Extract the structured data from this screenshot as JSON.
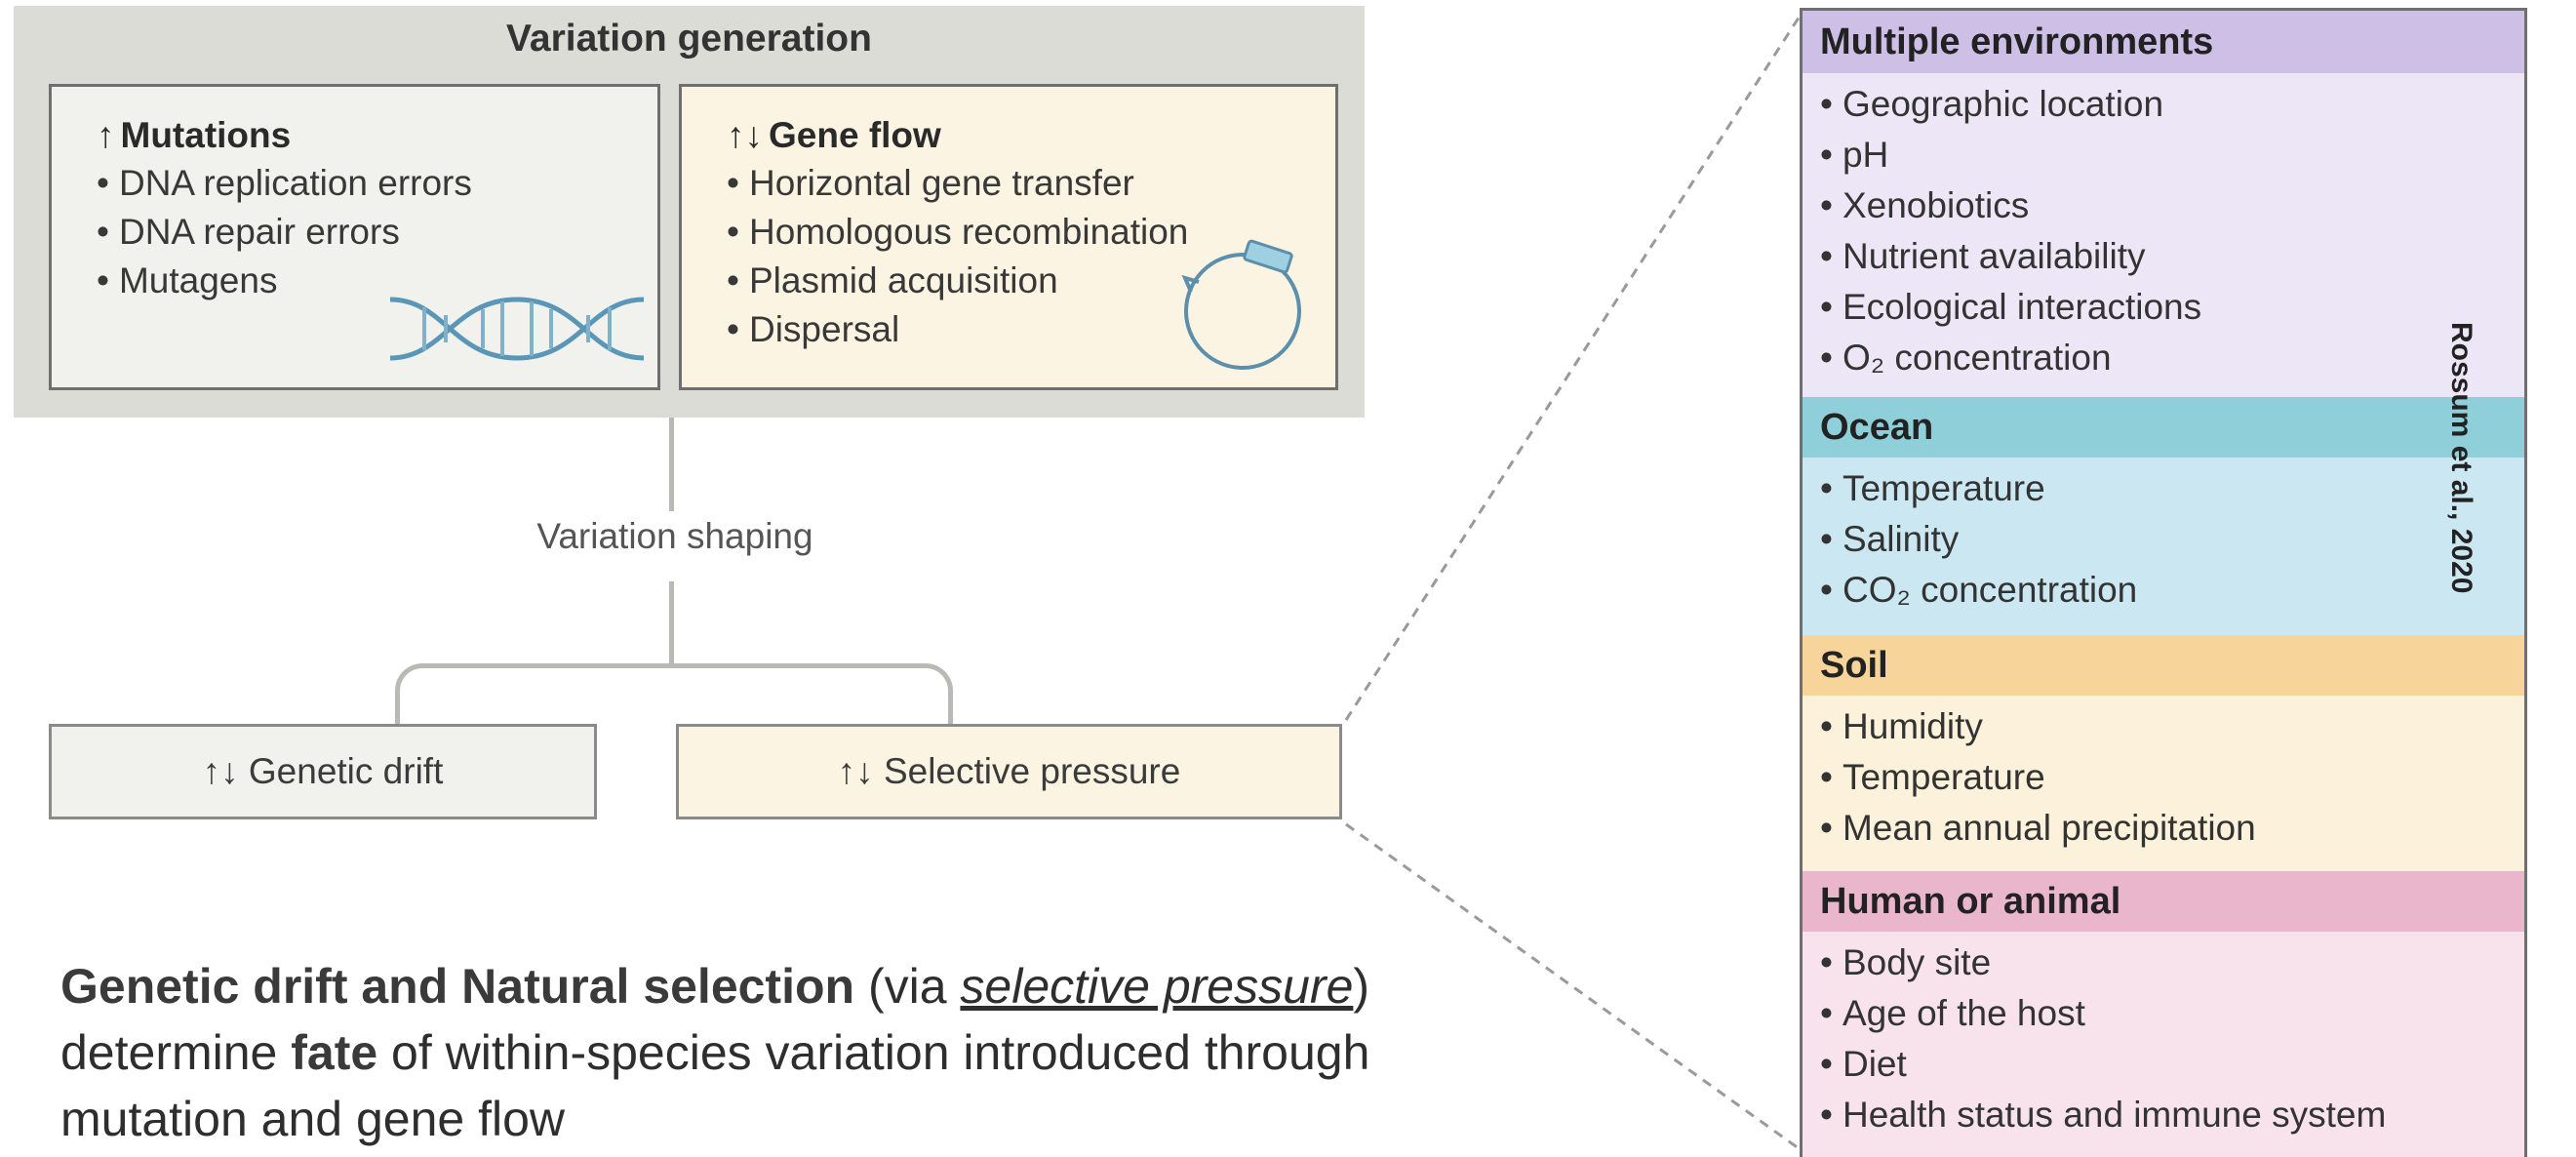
{
  "variation_generation": {
    "title": "Variation generation",
    "mutations": {
      "arrow": "↑",
      "heading": "Mutations",
      "items": [
        "DNA replication errors",
        "DNA repair errors",
        "Mutagens"
      ]
    },
    "gene_flow": {
      "arrow": "↑↓",
      "heading": "Gene flow",
      "items": [
        "Horizontal gene transfer",
        "Homologous recombination",
        "Plasmid acquisition",
        "Dispersal"
      ]
    }
  },
  "variation_shaping": {
    "label": "Variation shaping"
  },
  "outcomes": {
    "genetic_drift": "↑↓ Genetic drift",
    "selective_pressure": "↑↓ Selective pressure"
  },
  "caption": {
    "bold1": "Genetic drift and Natural selection",
    "text1": " (via ",
    "emph": "selective pressure",
    "text2": ")",
    "text3": "determine ",
    "bold2": "fate",
    "text4": " of within-species variation introduced through",
    "text5": "mutation and gene flow"
  },
  "environments": [
    {
      "heading": "Multiple environments",
      "head_color": "#cdbfe6",
      "body_color": "#ece6f6",
      "items": [
        "Geographic location",
        "pH",
        "Xenobiotics",
        "Nutrient availability",
        "Ecological interactions",
        "O₂ concentration"
      ]
    },
    {
      "heading": "Ocean",
      "head_color": "#8fcfda",
      "body_color": "#cbe8f2",
      "items": [
        "Temperature",
        "Salinity",
        "CO₂ concentration"
      ]
    },
    {
      "heading": "Soil",
      "head_color": "#f6d49a",
      "body_color": "#fcf1da",
      "items": [
        "Humidity",
        "Temperature",
        "Mean annual precipitation"
      ]
    },
    {
      "heading": "Human or animal",
      "head_color": "#eab6cb",
      "body_color": "#f8e3ec",
      "items": [
        "Body site",
        "Age of the host",
        "Diet",
        "Health status and immune system"
      ]
    }
  ],
  "attribution": "Rossum et al., 2020"
}
